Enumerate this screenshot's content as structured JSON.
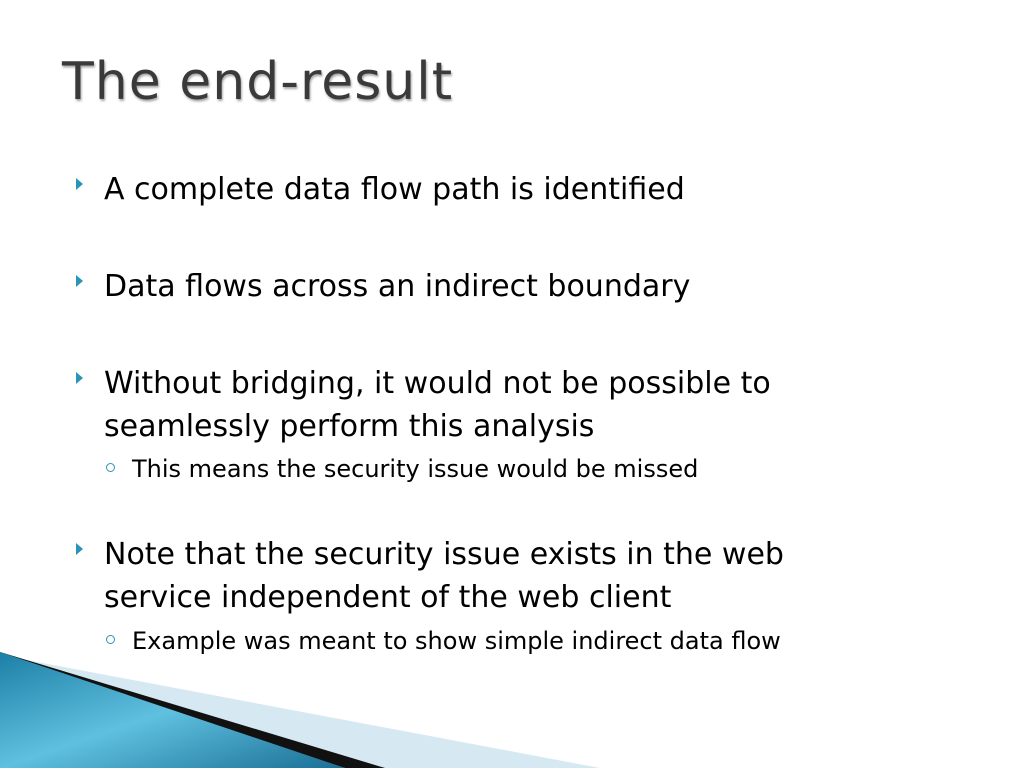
{
  "slide": {
    "title": "The end-result",
    "bullets": [
      {
        "lines": [
          "A complete data flow path is identified"
        ]
      },
      {
        "lines": [
          "Data flows across an indirect boundary"
        ]
      },
      {
        "lines": [
          "Without bridging, it would not be possible to",
          "seamlessly perform this analysis"
        ],
        "sub": [
          "This means the security issue would be missed"
        ]
      },
      {
        "lines": [
          "Note that the security issue exists in the web",
          "service independent of the web client"
        ],
        "sub": [
          "Example was meant to show simple indirect data flow"
        ]
      }
    ]
  },
  "colors": {
    "bullet_accent": "#2c93b8",
    "title_text": "#3a3a3a",
    "deco_blue_dark": "#1d7fa6",
    "deco_blue_light": "#5fc0df",
    "deco_stripe": "#111111",
    "deco_pale": "#d6e9f2"
  }
}
